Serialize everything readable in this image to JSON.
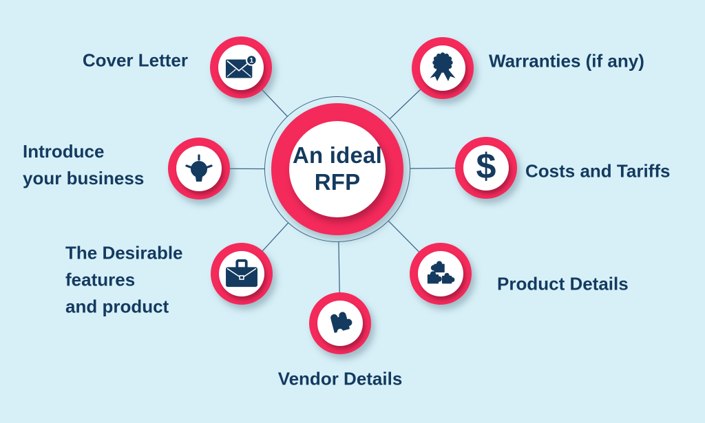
{
  "diagram": {
    "title": "An ideal RFP infographic",
    "center": {
      "label": "An ideal\nRFP"
    },
    "colors": {
      "background": "#D7F0F8",
      "ring_pink": "#F42A5B",
      "navy_text": "#143A5F",
      "connector_line": "#3F6585",
      "node_inner": "#FFFFFF"
    },
    "nodes": [
      {
        "label": "Cover Letter",
        "icon": "envelope-icon",
        "badge": "1"
      },
      {
        "label": "Warranties (if any)",
        "icon": "award-ribbon-icon"
      },
      {
        "label": "Introduce\nyour business",
        "icon": "lightbulb-icon"
      },
      {
        "label": "Costs and Tariffs",
        "icon": "dollar-icon",
        "glyph": "$"
      },
      {
        "label": "The Desirable\nfeatures\nand product",
        "icon": "briefcase-icon"
      },
      {
        "label": "Product Details",
        "icon": "puzzle-pieces-icon"
      },
      {
        "label": "Vendor Details",
        "icon": "puzzle-piece-icon"
      }
    ]
  }
}
